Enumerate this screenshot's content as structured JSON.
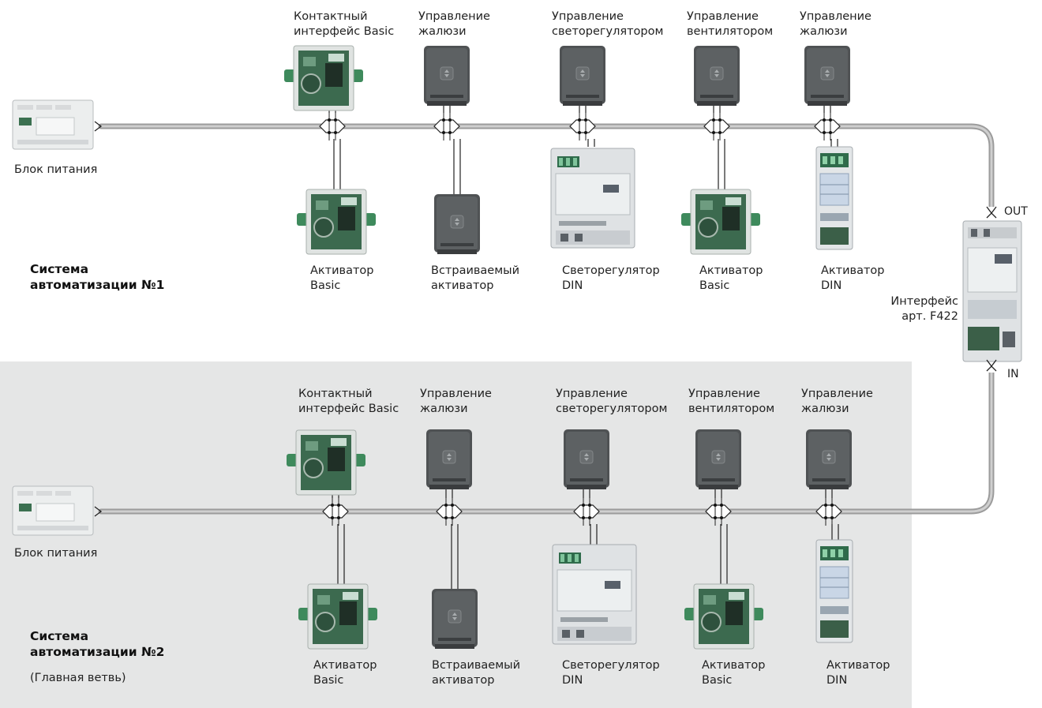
{
  "colors": {
    "background": "#ffffff",
    "panel_gray": "#e5e6e6",
    "cable": "#b7b7b7",
    "device_dark": "#55585a",
    "device_green": "#3f6b52",
    "din_body": "#dfe2e4"
  },
  "system1": {
    "title": "Система\nавтоматизации №1",
    "power_supply": "Блок питания",
    "top_devices": [
      "Контактный\nинтерфейс Basic",
      "Управление\nжалюзи",
      "Управление\nсветорегулятором",
      "Управление\nвентилятором",
      "Управление\nжалюзи"
    ],
    "bottom_devices": [
      "Активатор\nBasic",
      "Встраиваемый\nактиватор",
      "Светорегулятор\nDIN",
      "Активатор\nBasic",
      "Активатор\nDIN"
    ]
  },
  "system2": {
    "title": "Система\nавтоматизации №2",
    "subtitle": "(Главная ветвь)",
    "power_supply": "Блок питания",
    "top_devices": [
      "Контактный\nинтерфейс Basic",
      "Управление\nжалюзи",
      "Управление\nсветорегулятором",
      "Управление\nвентилятором",
      "Управление\nжалюзи"
    ],
    "bottom_devices": [
      "Активатор\nBasic",
      "Встраиваемый\nактиватор",
      "Светорегулятор\nDIN",
      "Активатор\nBasic",
      "Активатор\nDIN"
    ]
  },
  "interface": {
    "label": "Интерфейс\nарт. F422",
    "out": "OUT",
    "in": "IN"
  }
}
